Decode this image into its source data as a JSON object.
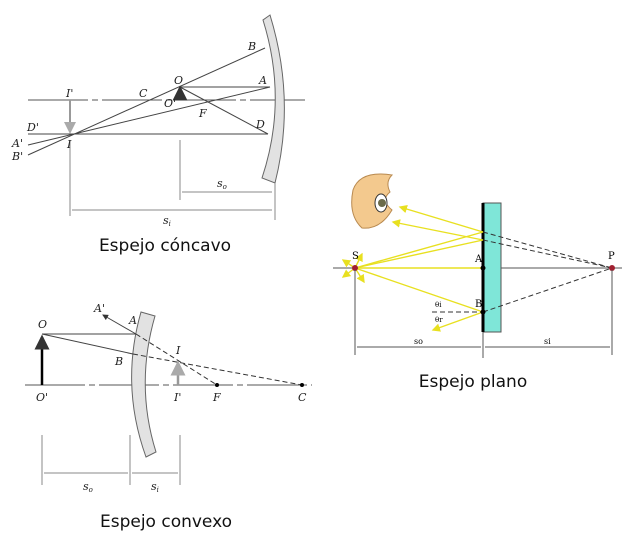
{
  "concave": {
    "caption": "Espejo cóncavo",
    "labels": {
      "B": "B",
      "O": "O",
      "A": "A",
      "I_prime": "I'",
      "C": "C",
      "O_prime": "O'",
      "F": "F",
      "D": "D",
      "D_prime": "D'",
      "A_prime": "A'",
      "B_prime": "B'",
      "I": "I",
      "so": "s",
      "so_sub": "o",
      "si": "s",
      "si_sub": "i"
    }
  },
  "plane": {
    "caption": "Espejo plano",
    "labels": {
      "S": "S",
      "A": "A",
      "B": "B",
      "P": "P",
      "theta_i": "θi",
      "theta_r": "θr",
      "so": "so",
      "si": "si"
    },
    "colors": {
      "ray": "#e8e020",
      "glass": "#7fe6d8"
    }
  },
  "convex": {
    "caption": "Espejo convexo",
    "labels": {
      "A_prime": "A'",
      "A": "A",
      "O": "O",
      "B": "B",
      "I": "I",
      "O_prime": "O'",
      "I_prime": "I'",
      "F": "F",
      "C": "C",
      "so": "s",
      "so_sub": "o",
      "si": "s",
      "si_sub": "i"
    }
  }
}
